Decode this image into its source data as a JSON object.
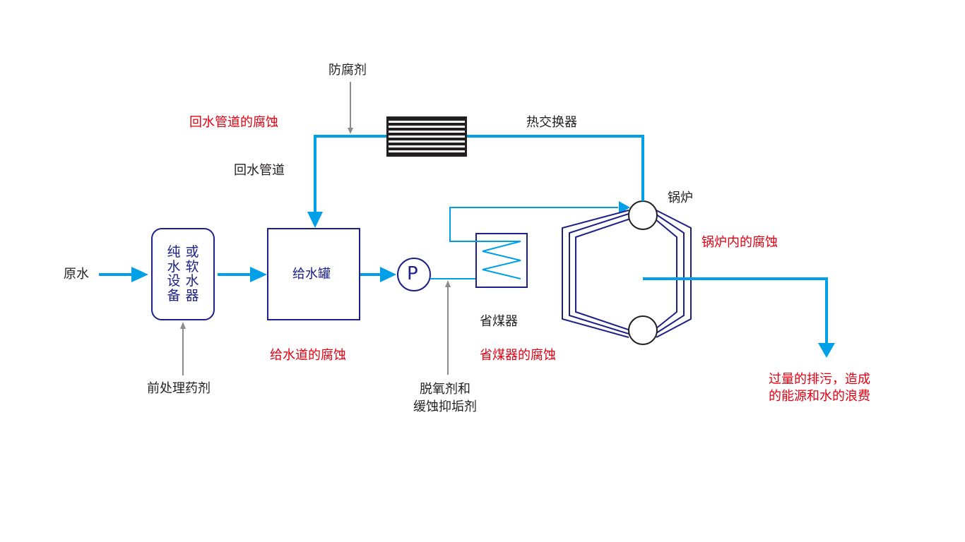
{
  "colors": {
    "flow": "#00a0e9",
    "equipment": "#1d2087",
    "chemical_arrow": "#8c8c8c",
    "problem_text": "#e60012",
    "text": "#231f20"
  },
  "nodes": {
    "raw_water": "原水",
    "softener": {
      "col1": "纯水设备",
      "col2": "或软水器"
    },
    "feed_tank": "给水罐",
    "pump": "P",
    "economizer": "省煤器",
    "boiler": "锅炉",
    "heat_exchanger": "热交换器",
    "return_pipe": "回水管道"
  },
  "chemicals": {
    "pretreatment": "前处理药剂",
    "anticorrosive": "防腐剂",
    "deoxidizer_line1": "脱氧剂和",
    "deoxidizer_line2": "缓蚀抑垢剂"
  },
  "problems": {
    "return_pipe_corrosion": "回水管道的腐蚀",
    "feed_line_corrosion": "给水道的腐蚀",
    "economizer_corrosion": "省煤器的腐蚀",
    "boiler_corrosion": "锅炉内的腐蚀",
    "blowdown_line1": "过量的排污，造成",
    "blowdown_line2": "的能源和水的浪费"
  }
}
